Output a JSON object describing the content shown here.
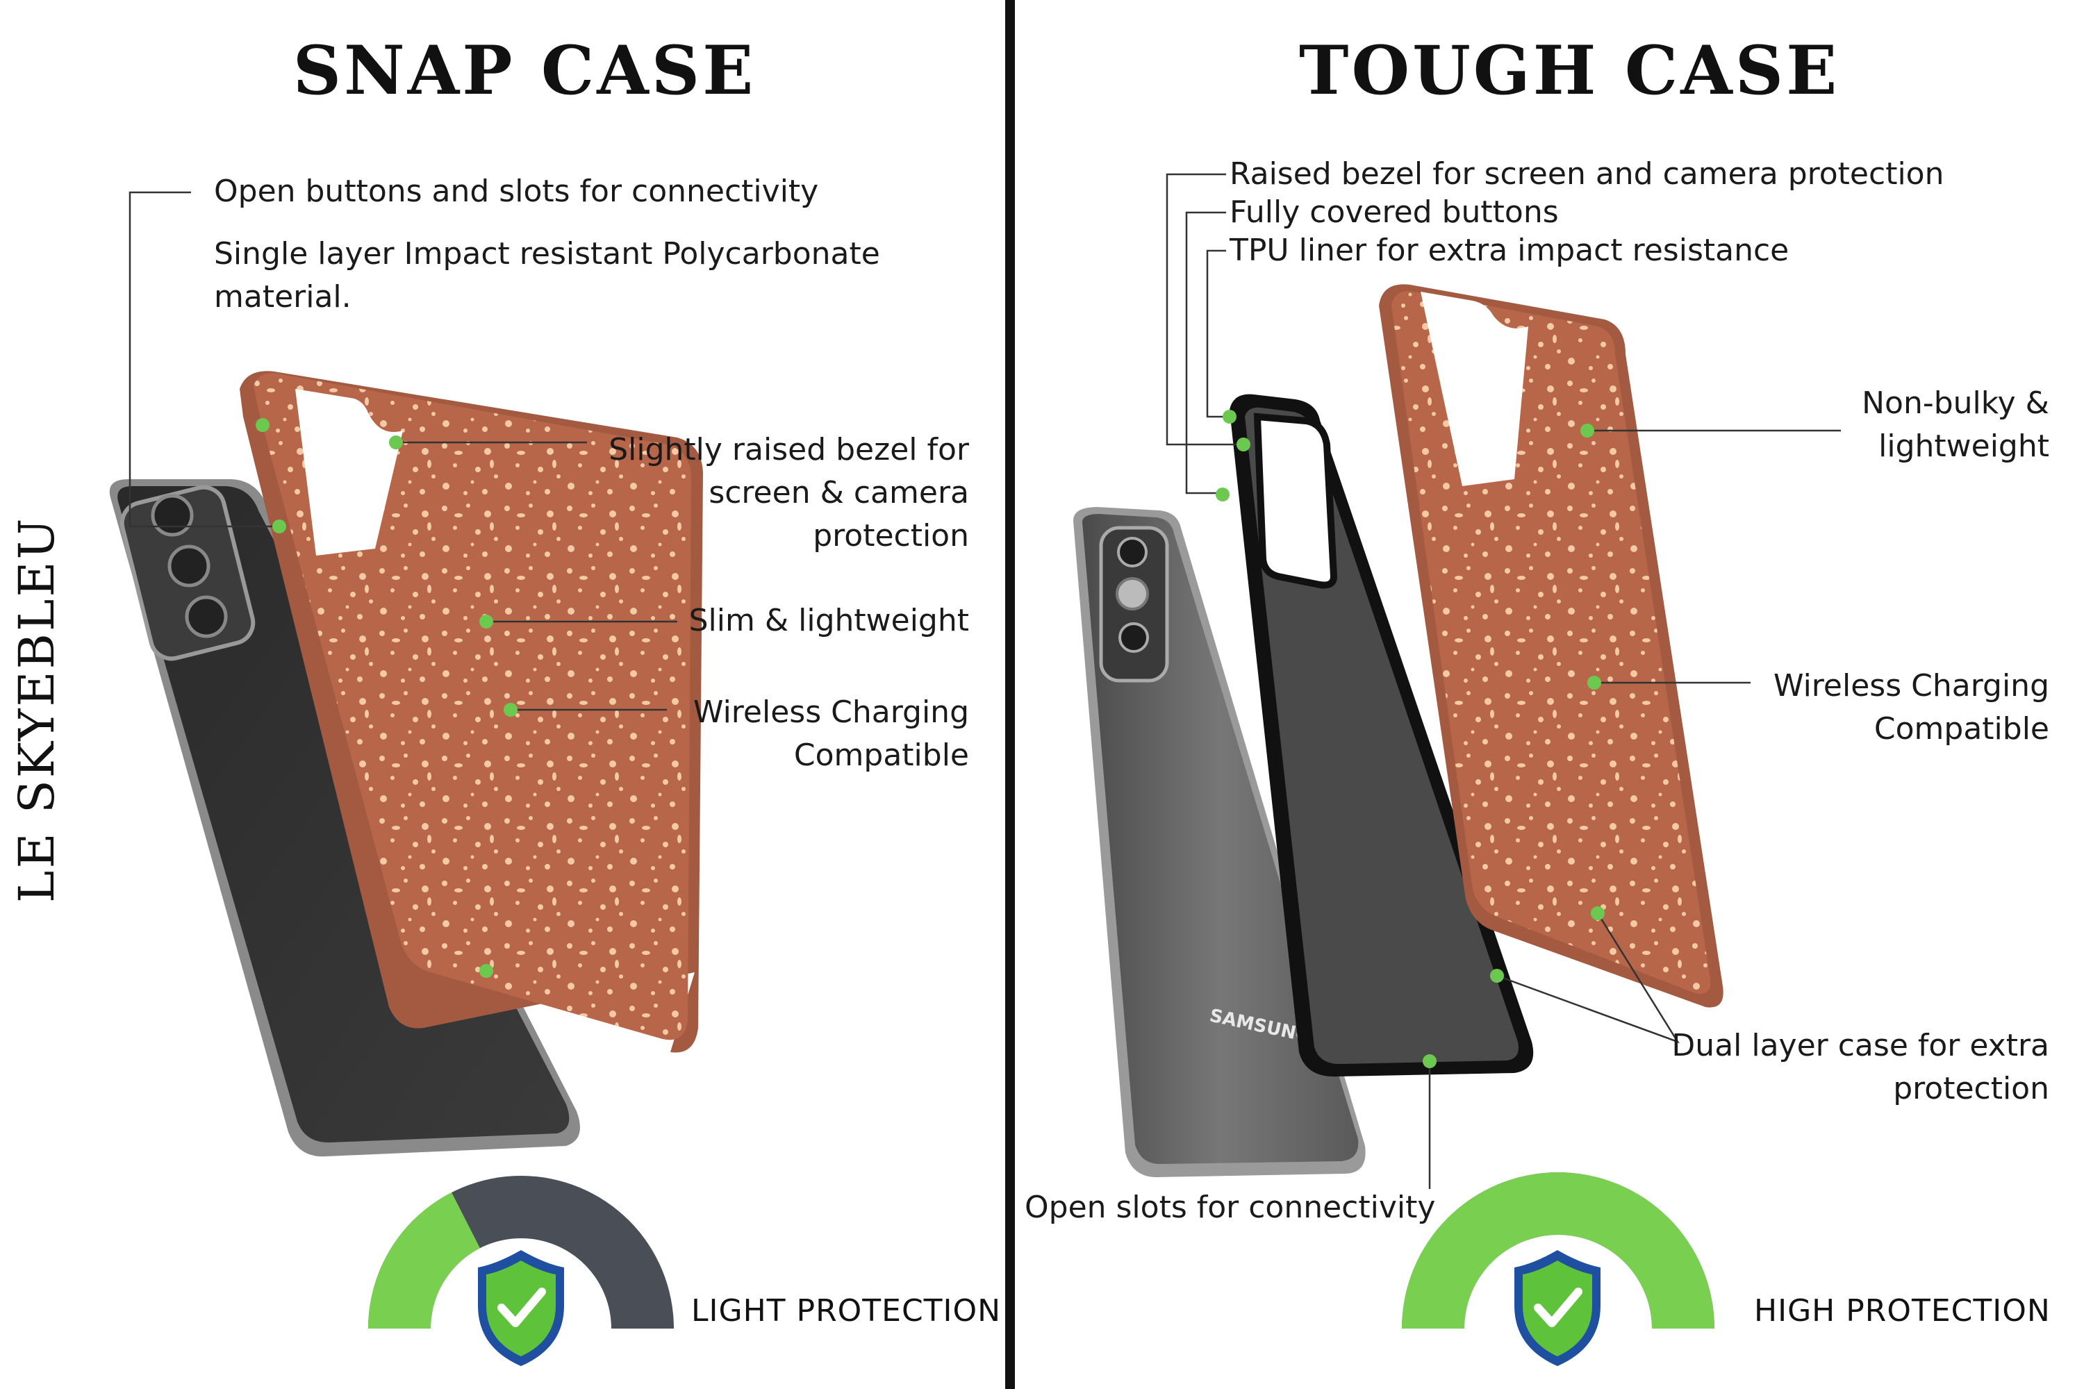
{
  "brand": "LE SKYEBLEU",
  "colors": {
    "case": "#b8664a",
    "case_dark": "#a35a40",
    "speckle": "#f3c9a6",
    "callout": "#6cc94f",
    "gauge_green": "#79d050",
    "gauge_gray": "#4a4f57",
    "shield_blue": "#1e4fa0",
    "shield_green": "#5ec33a"
  },
  "snap": {
    "title": "SNAP CASE",
    "callouts": {
      "open_buttons": "Open buttons and slots for connectivity",
      "single_layer_1": "Single layer Impact resistant Polycarbonate",
      "single_layer_2": "material.",
      "bezel_1": "Slightly raised bezel for",
      "bezel_2": "screen & camera",
      "bezel_3": "protection",
      "slim": "Slim & lightweight",
      "wireless_1": "Wireless Charging",
      "wireless_2": "Compatible"
    },
    "protection": {
      "label": "LIGHT PROTECTION",
      "level": 0.35
    }
  },
  "tough": {
    "title": "TOUGH CASE",
    "callouts": {
      "raised_bezel": "Raised bezel for screen and  camera protection",
      "covered_buttons": "Fully covered buttons",
      "tpu": "TPU liner for extra impact resistance",
      "nonbulky_1": "Non-bulky &",
      "nonbulky_2": "lightweight",
      "wireless_1": "Wireless Charging",
      "wireless_2": "Compatible",
      "dual_1": "Dual layer case for extra",
      "dual_2": "protection",
      "open_slots": "Open slots for connectivity"
    },
    "protection": {
      "label": "HIGH PROTECTION",
      "level": 1.0
    }
  },
  "phone_brand": "SAMSUNG"
}
